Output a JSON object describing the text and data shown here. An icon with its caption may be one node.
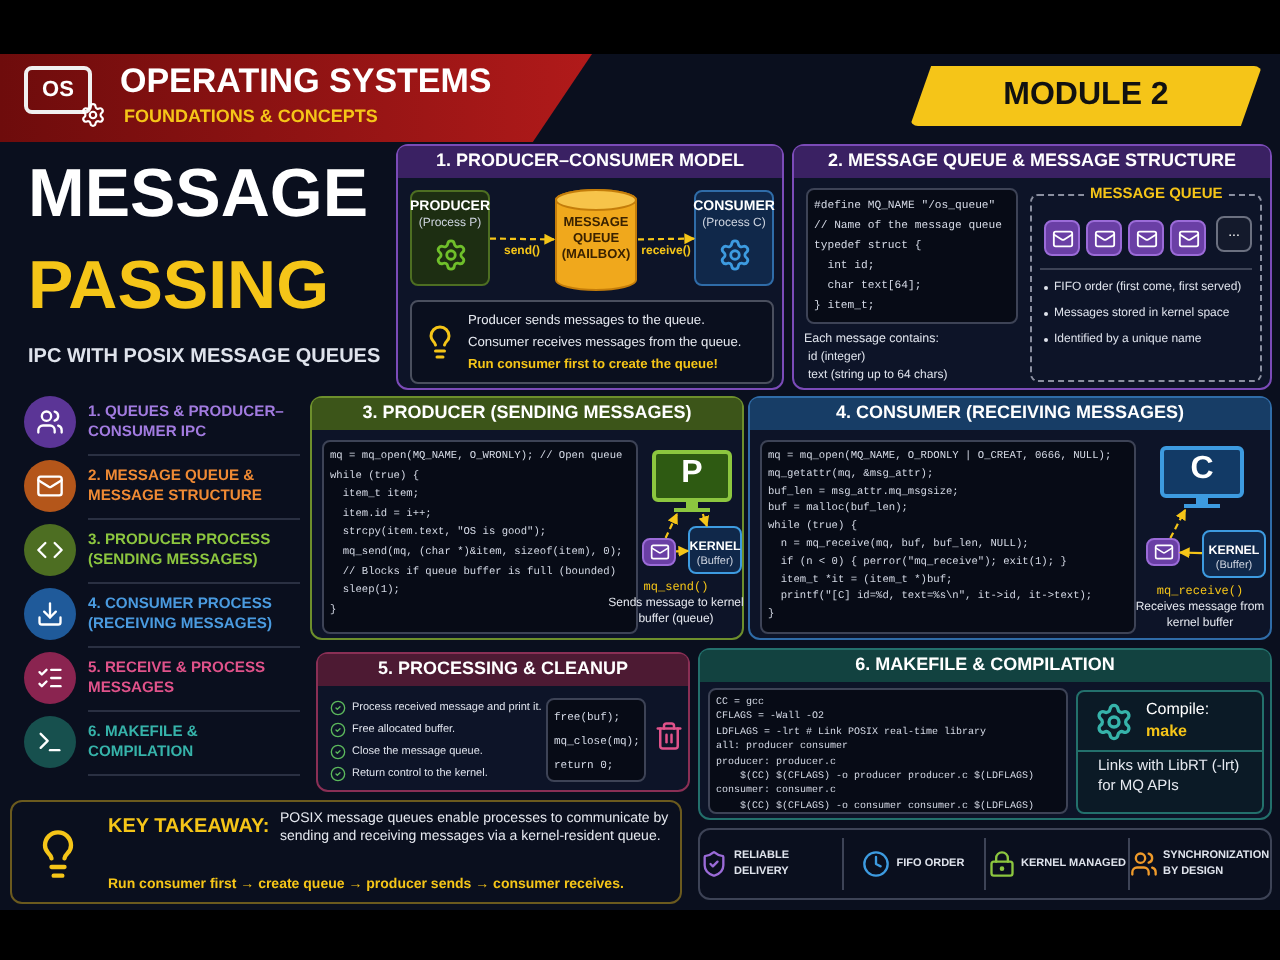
{
  "diagram": {
    "title": "MESSAGE PASSING",
    "nodes": [
      {
        "text": [
          "OPERATING SYSTEMS",
          "FOUNDATIONS & CONCEPTS"
        ]
      },
      {
        "text": [
          "MODULE 2"
        ]
      },
      {
        "text": [
          "1. PRODUCER–CONSUMER MODEL"
        ]
      },
      {
        "text": [
          "PRODUCER",
          "(Process P)"
        ],
        "in": 2
      },
      {
        "text": [
          "MESSAGE QUEUE (MAILBOX)"
        ],
        "in": 2
      },
      {
        "text": [
          "CONSUMER",
          "(Process C)"
        ],
        "in": 2
      },
      {
        "text": [
          "Producer sends messages to the queue.",
          "Consumer receives messages from the queue.",
          "Run consumer first to create the queue!"
        ],
        "in": 2
      },
      {
        "text": [
          "2. MESSAGE QUEUE & MESSAGE STRUCTURE"
        ]
      },
      {
        "text": [
          "#define MQ_NAME \"/os_queue\"",
          "// Name of the message queue",
          "typedef struct {",
          "  int id;",
          "  char text[64];",
          "} item_t;"
        ],
        "in": 7
      },
      {
        "text": [
          "MESSAGE QUEUE",
          "FIFO order (first come, first served)",
          "Messages stored in kernel space",
          "Identified by a unique name"
        ],
        "in": 7
      },
      {
        "text": [
          "3. PRODUCER (SENDING MESSAGES)"
        ]
      },
      {
        "text": [
          "mq = mq_open(MQ_NAME, O_WRONLY); // Open queue",
          "while (true) {",
          "  item_t item;",
          "  item.id = i++;",
          "  strcpy(item.text, \"OS is good\");",
          "  mq_send(mq, (char *)&item, sizeof(item), 0);",
          "  // Blocks if queue buffer is full (bounded)",
          "  sleep(1);",
          "}"
        ],
        "in": 10
      },
      {
        "text": [
          "P"
        ],
        "in": 10
      },
      {
        "text": [],
        "shape": "envelope",
        "in": 10,
        "beside": [
          "mq_send()",
          "Sends message to kernel buffer (queue)"
        ]
      },
      {
        "text": [
          "KERNEL",
          "(Buffer)"
        ],
        "in": 10
      },
      {
        "text": [
          "4. CONSUMER (RECEIVING MESSAGES)"
        ]
      },
      {
        "text": [
          "mq = mq_open(MQ_NAME, O_RDONLY | O_CREAT, 0666, NULL);",
          "mq_getattr(mq, &msg_attr);",
          "buf_len = msg_attr.mq_msgsize;",
          "buf = malloc(buf_len);",
          "while (true) {",
          "  n = mq_receive(mq, buf, buf_len, NULL);",
          "  if (n < 0) { perror(\"mq_receive\"); exit(1); }",
          "  item_t *it = (item_t *)buf;",
          "  printf(\"[C] id=%d, text=%s\\n\", it->id, it->text);",
          "}"
        ],
        "in": 15
      },
      {
        "text": [
          "C"
        ],
        "in": 15
      },
      {
        "text": [],
        "shape": "envelope",
        "in": 15,
        "beside": [
          "mq_receive()",
          "Receives message from kernel buffer"
        ]
      },
      {
        "text": [
          "KERNEL",
          "(Buffer)"
        ],
        "in": 15
      },
      {
        "text": [
          "5. PROCESSING & CLEANUP",
          "Process received message and print it.",
          "Free allocated buffer.",
          "Close the message queue.",
          "Return control to the kernel."
        ]
      },
      {
        "text": [
          "free(buf);",
          "mq_close(mq);",
          "return 0;"
        ],
        "in": 20
      },
      {
        "text": [
          "6. MAKEFILE & COMPILATION"
        ]
      },
      {
        "text": [
          "CC = gcc",
          "CFLAGS = -Wall -O2",
          "LDFLAGS = -lrt # Link POSIX real-time library",
          "all: producer consumer",
          "producer: producer.c",
          "    $(CC) $(CFLAGS) -o producer producer.c $(LDFLAGS)",
          "consumer: consumer.c",
          "    $(CC) $(CFLAGS) -o consumer consumer.c $(LDFLAGS)"
        ],
        "in": 22
      },
      {
        "text": [
          "Compile:",
          "make",
          "Links with LibRT (-lrt) for MQ APIs"
        ],
        "in": 22
      },
      {
        "text": [
          "RELIABLE DELIVERY",
          "FIFO ORDER",
          "KERNEL MANAGED",
          "SYNCHRONIZATION BY DESIGN"
        ]
      },
      {
        "text": [
          "KEY TAKEAWAY:",
          "POSIX message queues enable processes to communicate by sending and receiving messages via a kernel-resident queue.",
          "Run consumer first → create queue → producer sends → consumer receives."
        ]
      }
    ],
    "edges": [
      {
        "from": 3,
        "to": 4,
        "arrow": "to",
        "label": "send()",
        "style": "dashed"
      },
      {
        "from": 4,
        "to": 5,
        "arrow": "to",
        "label": "receive()",
        "style": "dashed"
      },
      {
        "from": 13,
        "to": 14,
        "arrow": "to"
      },
      {
        "from": 13,
        "to": 12,
        "arrow": "to",
        "style": "dashed"
      },
      {
        "from": 12,
        "to": 14,
        "arrow": "to",
        "style": "dashed"
      },
      {
        "from": 19,
        "to": 18,
        "arrow": "to"
      },
      {
        "from": 18,
        "to": 17,
        "arrow": "to",
        "style": "dashed"
      }
    ],
    "labels": [
      "OS",
      "IPC WITH POSIX MESSAGE QUEUES",
      "Each message contains:",
      "id (integer)",
      "text (string up to 64 chars)",
      "...",
      "1. QUEUES & PRODUCER–CONSUMER IPC",
      "2. MESSAGE QUEUE & MESSAGE STRUCTURE",
      "3. PRODUCER PROCESS (SENDING MESSAGES)",
      "4. CONSUMER PROCESS (RECEIVING MESSAGES)",
      "5. RECEIVE & PROCESS MESSAGES",
      "6. MAKEFILE & COMPILATION"
    ]
  }
}
